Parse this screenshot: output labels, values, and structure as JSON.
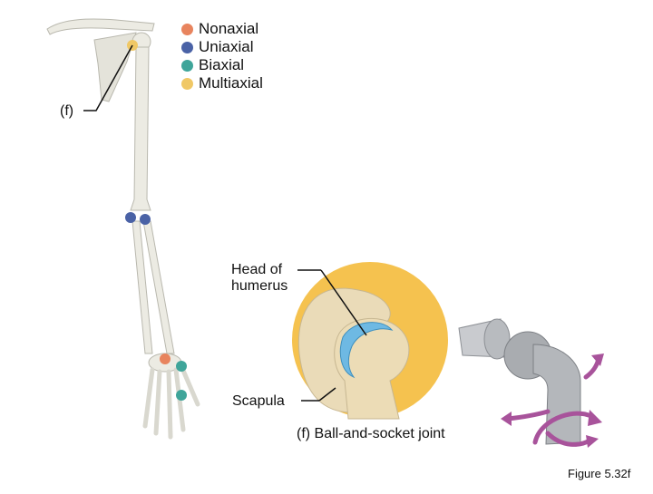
{
  "legend": {
    "items": [
      {
        "label": "Nonaxial",
        "color": "#e8845e"
      },
      {
        "label": "Uniaxial",
        "color": "#4a62a6"
      },
      {
        "label": "Biaxial",
        "color": "#3fa59a"
      },
      {
        "label": "Multiaxial",
        "color": "#f0c866"
      }
    ]
  },
  "labels": {
    "shoulder_marker": "(f)",
    "head_of_humerus": "Head of\nhumerus",
    "scapula": "Scapula",
    "caption": "(f) Ball-and-socket joint",
    "figure": "Figure 5.32f"
  },
  "colors": {
    "bone": "#ecebe3",
    "bone_outline": "#b9b8ae",
    "bone_yellow": "#f5c24f",
    "cartilage_blue": "#6eb9e3",
    "model_metal": "#a9acb0",
    "motion_arrow": "#a8539b"
  }
}
